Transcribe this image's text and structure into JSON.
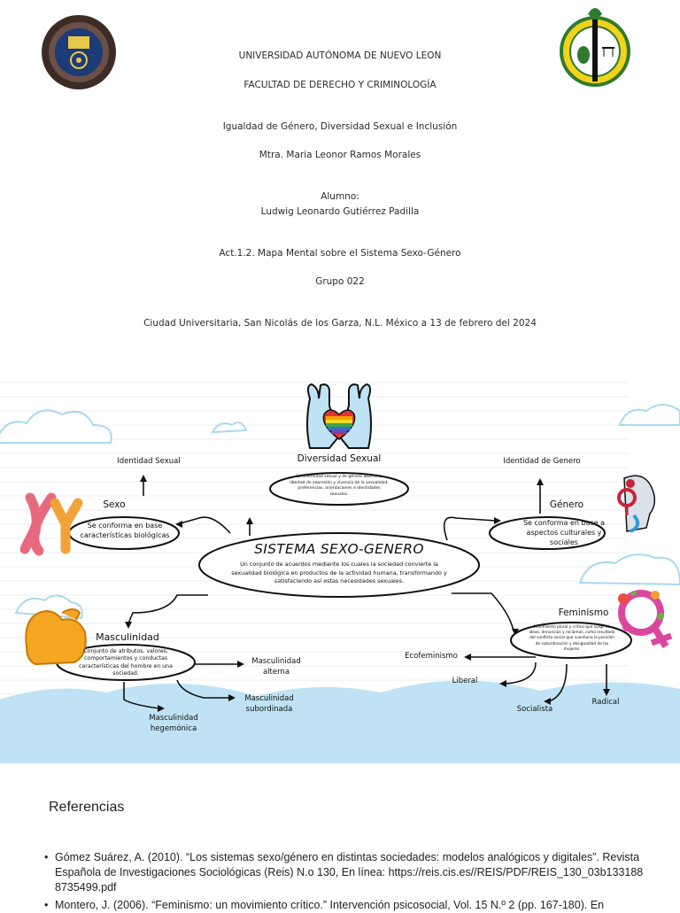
{
  "header": {
    "university": "UNIVERSIDAD AUTÓNOMA DE NUEVO LEON",
    "faculty": "FACULTAD DE DERECHO Y CRIMINOLOGÍA",
    "course": "Igualdad de Género, Diversidad Sexual e Inclusión",
    "teacher": "Mtra. Maria Leonor Ramos Morales",
    "student_label": "Alumno:",
    "student_name": "Ludwig Leonardo Gutiérrez Padilla",
    "activity": "Act.1.2. Mapa Mental sobre el Sistema Sexo-Género",
    "group": "Grupo 022",
    "place_date": "Ciudad Universitaria, San Nicolás de los Garza, N.L. México a 13 de febrero del 2024"
  },
  "mindmap": {
    "center_title": "SISTEMA SEXO-GENERO",
    "center_text": "Un conjunto de acuerdos mediante los cuales la sociedad convierte la sexualidad biológica en productos de la actividad humana, transformando y satisfaciendo así estas necesidades sexuales.",
    "diversidad_title": "Diversidad Sexual",
    "diversidad_text": "La diversidad sexual y de género abarca la libertad de expresión y vivencia de la sexualidad, preferencias, orientaciones e identidades sexuales.",
    "sexo_title": "Sexo",
    "sexo_text": "Se conforma en base características biológicas",
    "identidad_sexual": "Identidad Sexual",
    "genero_title": "Género",
    "genero_text": "Se conforma en base a aspectos culturales y sociales",
    "identidad_genero": "Identidad de Genero",
    "masculinidad_title": "Masculinidad",
    "masculinidad_text": "Conjunto de atributos, valores, comportamientos y conductas características del hombre en una sociedad.",
    "masc_alterna": "Masculinidad alterna",
    "masc_subordinada": "Masculinidad subordinada",
    "masc_hegemonica": "Masculinidad hegemónica",
    "feminismo_title": "Feminismo",
    "feminismo_text": "Movimiento plural y crítico que surge de ideas, denuncias y reclamos, como resultado del conflicto social que cuestiona la posición de subordinación y desigualdad de las mujeres.",
    "ecofeminismo": "Ecofeminismo",
    "liberal": "Liberal",
    "socialista": "Socialista",
    "radical": "Radical"
  },
  "references": {
    "title": "Referencias",
    "items": [
      "Gómez Suárez, A. (2010). “Los sistemas sexo/género en distintas sociedades: modelos analógicos y digitales”. Revista Española de Investigaciones Sociológicas (Reis) N.o 130, En línea: https://reis.cis.es//REIS/PDF/REIS_130_03b1331888735499.pdf",
      "Montero, J. (2006). “Feminismo: un movimiento crítico.” Intervención psicosocial, Vol. 15 N.º 2 (pp. 167-180). En"
    ]
  },
  "colors": {
    "paper": "#ffffff",
    "cloud": "#b9e1f3",
    "ink": "#111111",
    "line": "#e4e4ec"
  }
}
